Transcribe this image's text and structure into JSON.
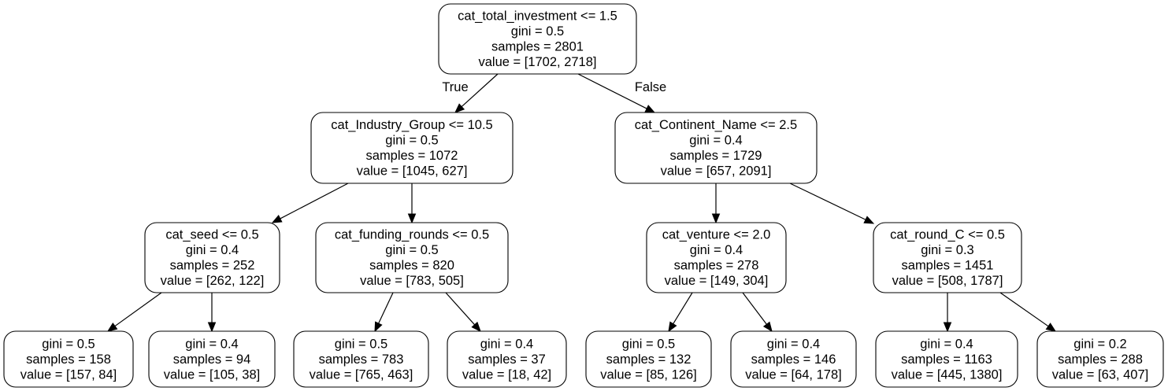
{
  "tree": {
    "edge_labels": {
      "true_label": "True",
      "false_label": "False"
    },
    "nodes": [
      {
        "id": "n0",
        "lines": [
          "cat_total_investment <= 1.5",
          "gini = 0.5",
          "samples = 2801",
          "value = [1702, 2718]"
        ]
      },
      {
        "id": "n1",
        "lines": [
          "cat_Industry_Group <= 10.5",
          "gini = 0.5",
          "samples = 1072",
          "value = [1045, 627]"
        ]
      },
      {
        "id": "n2",
        "lines": [
          "cat_Continent_Name <= 2.5",
          "gini = 0.4",
          "samples = 1729",
          "value = [657, 2091]"
        ]
      },
      {
        "id": "n3",
        "lines": [
          "cat_seed <= 0.5",
          "gini = 0.4",
          "samples = 252",
          "value = [262, 122]"
        ]
      },
      {
        "id": "n4",
        "lines": [
          "cat_funding_rounds <= 0.5",
          "gini = 0.5",
          "samples = 820",
          "value = [783, 505]"
        ]
      },
      {
        "id": "n5",
        "lines": [
          "cat_venture <= 2.0",
          "gini = 0.4",
          "samples = 278",
          "value = [149, 304]"
        ]
      },
      {
        "id": "n6",
        "lines": [
          "cat_round_C <= 0.5",
          "gini = 0.3",
          "samples = 1451",
          "value = [508, 1787]"
        ]
      },
      {
        "id": "n7",
        "lines": [
          "gini = 0.5",
          "samples = 158",
          "value = [157, 84]"
        ]
      },
      {
        "id": "n8",
        "lines": [
          "gini = 0.4",
          "samples = 94",
          "value = [105, 38]"
        ]
      },
      {
        "id": "n9",
        "lines": [
          "gini = 0.5",
          "samples = 783",
          "value = [765, 463]"
        ]
      },
      {
        "id": "n10",
        "lines": [
          "gini = 0.4",
          "samples = 37",
          "value = [18, 42]"
        ]
      },
      {
        "id": "n11",
        "lines": [
          "gini = 0.5",
          "samples = 132",
          "value = [85, 126]"
        ]
      },
      {
        "id": "n12",
        "lines": [
          "gini = 0.4",
          "samples = 146",
          "value = [64, 178]"
        ]
      },
      {
        "id": "n13",
        "lines": [
          "gini = 0.4",
          "samples = 1163",
          "value = [445, 1380]"
        ]
      },
      {
        "id": "n14",
        "lines": [
          "gini = 0.2",
          "samples = 288",
          "value = [63, 407]"
        ]
      }
    ],
    "edges": [
      {
        "from": "n0",
        "to": "n1"
      },
      {
        "from": "n0",
        "to": "n2"
      },
      {
        "from": "n1",
        "to": "n3"
      },
      {
        "from": "n1",
        "to": "n4"
      },
      {
        "from": "n2",
        "to": "n5"
      },
      {
        "from": "n2",
        "to": "n6"
      },
      {
        "from": "n3",
        "to": "n7"
      },
      {
        "from": "n3",
        "to": "n8"
      },
      {
        "from": "n4",
        "to": "n9"
      },
      {
        "from": "n4",
        "to": "n10"
      },
      {
        "from": "n5",
        "to": "n11"
      },
      {
        "from": "n5",
        "to": "n12"
      },
      {
        "from": "n6",
        "to": "n13"
      },
      {
        "from": "n6",
        "to": "n14"
      }
    ]
  }
}
